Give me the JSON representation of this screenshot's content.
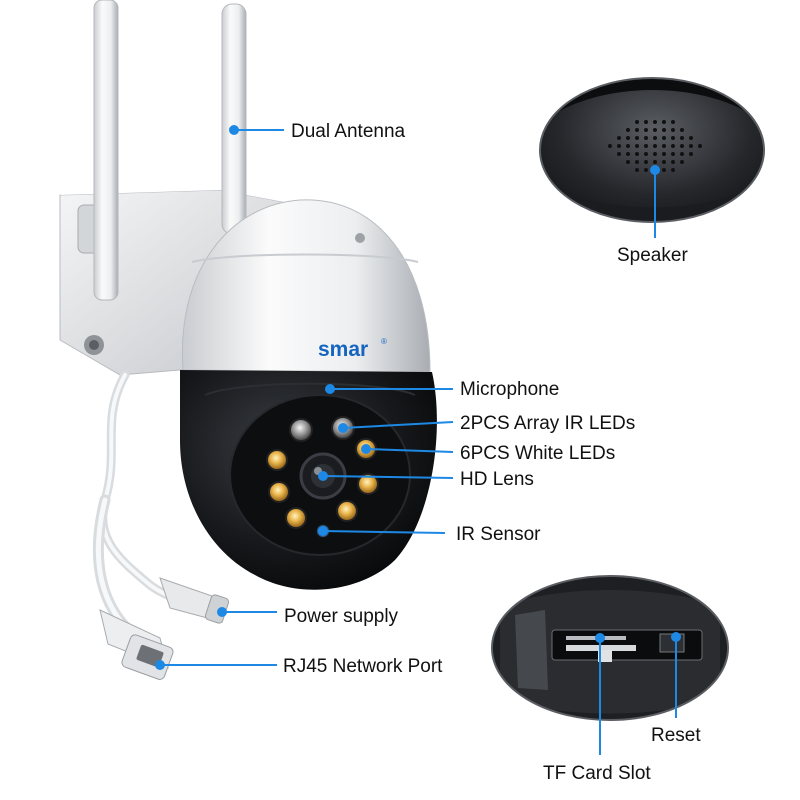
{
  "brand": {
    "logo_text": "smar",
    "mark": "®"
  },
  "labels": {
    "dual_antenna": "Dual Antenna",
    "speaker": "Speaker",
    "microphone": "Microphone",
    "ir_leds": "2PCS Array IR LEDs",
    "white_leds": "6PCS White LEDs",
    "hd_lens": "HD Lens",
    "ir_sensor": "IR Sensor",
    "power_supply": "Power supply",
    "rj45_port": "RJ45 Network Port",
    "reset": "Reset",
    "tf_card_slot": "TF Card Slot"
  },
  "colors": {
    "callout": "#1e88e5",
    "text": "#111111",
    "logo": "#1565c0"
  }
}
